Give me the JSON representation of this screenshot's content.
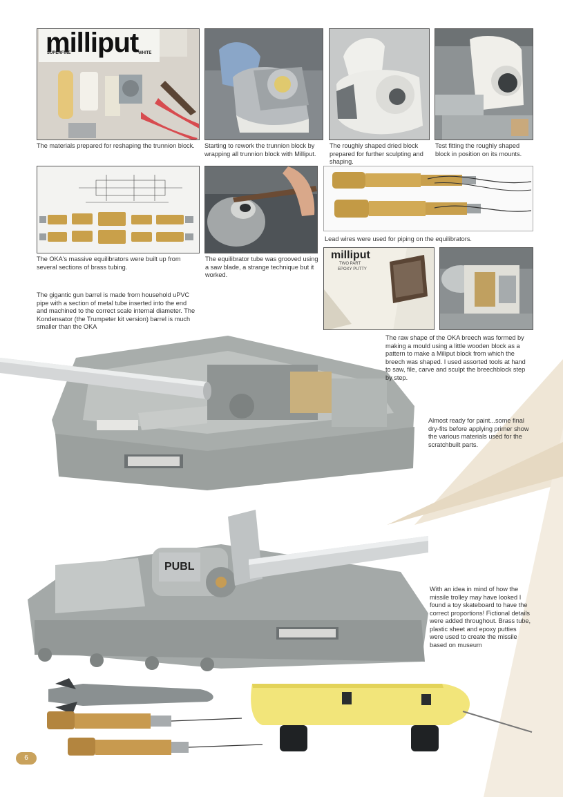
{
  "page": {
    "number": "6"
  },
  "photos": {
    "milliput_box": {
      "brand": "milliput",
      "sub_left": "SUPERFINE",
      "sub_right": "WHITE"
    },
    "milliput_pack": {
      "brand": "milliput",
      "line1": "TWO PART",
      "line2": "EPOXY PUTTY"
    },
    "barrel_text": "PUBL"
  },
  "captions": {
    "materials": "The materials prepared for reshaping the trunnion block.",
    "rework": "Starting to rework the trunnion block by wrapping all trunnion block with Milliput.",
    "dried": "The roughly shaped dried block prepared for further sculpting and shaping.",
    "test_fit": "Test fitting the roughly shaped block in position on its mounts.",
    "lead_wires": "Lead wires were used for piping on the equilibrators.",
    "equilibrators": "The OKA's massive equilibrators were built up from several sections of brass tubing.",
    "grooved": "The equilibrator tube was grooved using a saw blade, a strange technique but it worked.",
    "gun_barrel": "The gigantic gun barrel is made from household uPVC pipe with a section of metal tube inserted into the end and machined to the correct scale internal diameter. The Kondensator (the Trumpeter kit version) barrel is much smaller than the OKA",
    "breech": "The raw shape of the OKA breech was formed by making a mould using a little wooden block as a pattern to make a Miliput block from which the breech was shaped. I used assorted tools at hand to saw, file, carve and sculpt the breechblock step by step.",
    "almost_ready": "Almost ready for paint...some final dry-fits before applying primer show the various materials used for the scratchbuilt parts.",
    "trolley": "With an idea in mind of how the missile trolley may have looked I found a toy skateboard to have the correct proportions! Fictional details were added throughout. Brass tube, plastic sheet and epoxy putties were used to create the missile based on museum"
  }
}
